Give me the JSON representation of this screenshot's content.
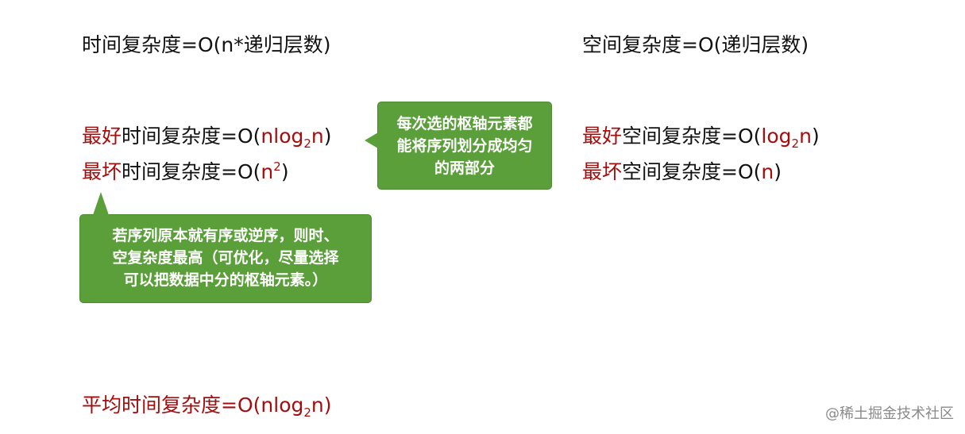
{
  "left_column": {
    "time_complexity_general": "时间复杂度=O(n*递归层数)",
    "best_time": {
      "prefix": "最好",
      "middle": "时间复杂度=O(",
      "value_main": "nlog",
      "value_sub": "2",
      "value_tail": "n",
      "suffix": ")"
    },
    "worst_time": {
      "prefix": "最坏",
      "middle": "时间复杂度=O(",
      "value_main": "n",
      "value_sup": "2",
      "suffix": ")"
    },
    "average_time": {
      "prefix": "平均",
      "middle": "时间复杂度=O(",
      "value_main": "nlog",
      "value_sub": "2",
      "value_tail": "n",
      "suffix": ")"
    }
  },
  "right_column": {
    "space_complexity_general": "空间复杂度=O(递归层数)",
    "best_space": {
      "prefix": "最好",
      "middle": "空间复杂度=O(",
      "value_main": "log",
      "value_sub": "2",
      "value_tail": "n",
      "suffix": ")"
    },
    "worst_space": {
      "prefix": "最坏",
      "middle": "空间复杂度=O(",
      "value_main": "n",
      "suffix": ")"
    }
  },
  "callouts": {
    "pivot": {
      "line1": "每次选的枢轴元素都",
      "line2": "能将序列划分成均匀",
      "line3": "的两部分"
    },
    "worst": {
      "line1": "若序列原本就有序或逆序，则时、",
      "line2": "空复杂度最高（可优化，尽量选择",
      "line3": "可以把数据中分的枢轴元素。）"
    }
  },
  "watermark": "@稀土掘金技术社区",
  "colors": {
    "highlight_red": "#a50d0d",
    "callout_green": "#5b9f3a",
    "text": "#111111",
    "watermark": "#8a8a8a"
  }
}
